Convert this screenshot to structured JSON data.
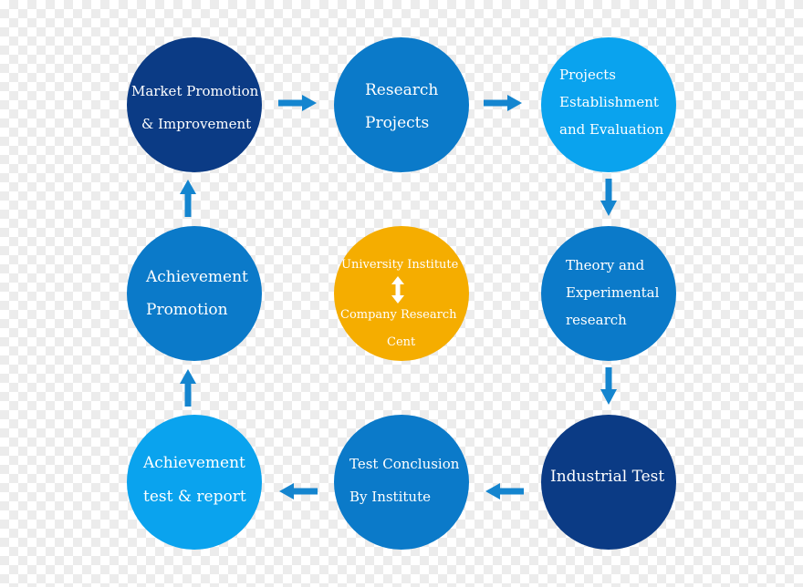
{
  "colors": {
    "dark_navy": "#0b3b85",
    "medium_blue": "#0b7ac9",
    "light_blue": "#0aa3ee",
    "center_gold": "#f5ad00",
    "arrow_blue": "#1485cf"
  },
  "nodes": {
    "market": {
      "line1": "Market Promotion",
      "line2": "& Improvement"
    },
    "research": {
      "line1": "Research",
      "line2": "Projects"
    },
    "projects": {
      "line1": "Projects",
      "line2": "Establishment",
      "line3": "and Evaluation"
    },
    "achievement_promotion": {
      "line1": "Achievement",
      "line2": "Promotion"
    },
    "center": {
      "line1": "University Institute",
      "line2": "Company Research",
      "line3": "Cent",
      "icon": "double-arrow-up-down-icon"
    },
    "theory": {
      "line1": "Theory and",
      "line2": "Experimental",
      "line3": "research"
    },
    "achievement_test": {
      "line1": "Achievement",
      "line2": "test & report"
    },
    "test_conclusion": {
      "line1": "Test Conclusion",
      "line2": "By Institute"
    },
    "industrial": {
      "line1": "Industrial Test"
    }
  },
  "flow_order": [
    "Market Promotion & Improvement",
    "Research Projects",
    "Projects Establishment and Evaluation",
    "Theory and Experimental research",
    "Industrial Test",
    "Test Conclusion By Institute",
    "Achievement test & report",
    "Achievement Promotion"
  ]
}
